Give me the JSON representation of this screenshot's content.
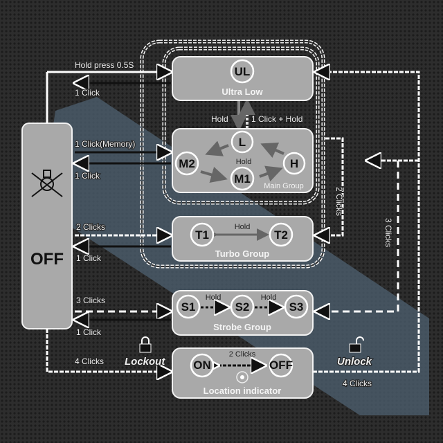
{
  "off_panel": {
    "label": "OFF",
    "icon": "no-light-bulb-icon"
  },
  "transitions": {
    "hold_press": "Hold press 0.5S",
    "ul_back": "1 Click",
    "memory": "1 Click(Memory)",
    "main_back": "1 Click",
    "two_clicks": "2 Clicks",
    "turbo_back": "1 Click",
    "three_clicks": "3 Clicks",
    "strobe_back": "1 Click",
    "four_clicks": "4 Clicks",
    "lockout": "Lockout",
    "unlock": "Unlock",
    "unlock_clicks": "4 Clicks",
    "side_two_clicks": "2 Clicks",
    "side_three_clicks": "3 Clicks",
    "hold_down": "Hold",
    "click_hold_up": "1 Click + Hold"
  },
  "groups": {
    "ultra_low": {
      "title": "Ultra Low",
      "modes": [
        "UL"
      ]
    },
    "main": {
      "title": "Main Group",
      "modes": [
        "L",
        "M2",
        "H",
        "M1"
      ],
      "cycle_label": "Hold"
    },
    "turbo": {
      "title": "Turbo Group",
      "modes": [
        "T1",
        "T2"
      ],
      "cycle_label": "Hold"
    },
    "strobe": {
      "title": "Strobe Group",
      "modes": [
        "S1",
        "S2",
        "S3"
      ],
      "cycle_labels": [
        "Hold",
        "Hold"
      ]
    },
    "location": {
      "title": "Location indicator",
      "modes": [
        "ON",
        "OFF"
      ],
      "toggle_label": "2 Clicks"
    }
  },
  "colors": {
    "background": "#2b2b2b",
    "node": "#a9a9a9",
    "line": "#ffffff"
  }
}
